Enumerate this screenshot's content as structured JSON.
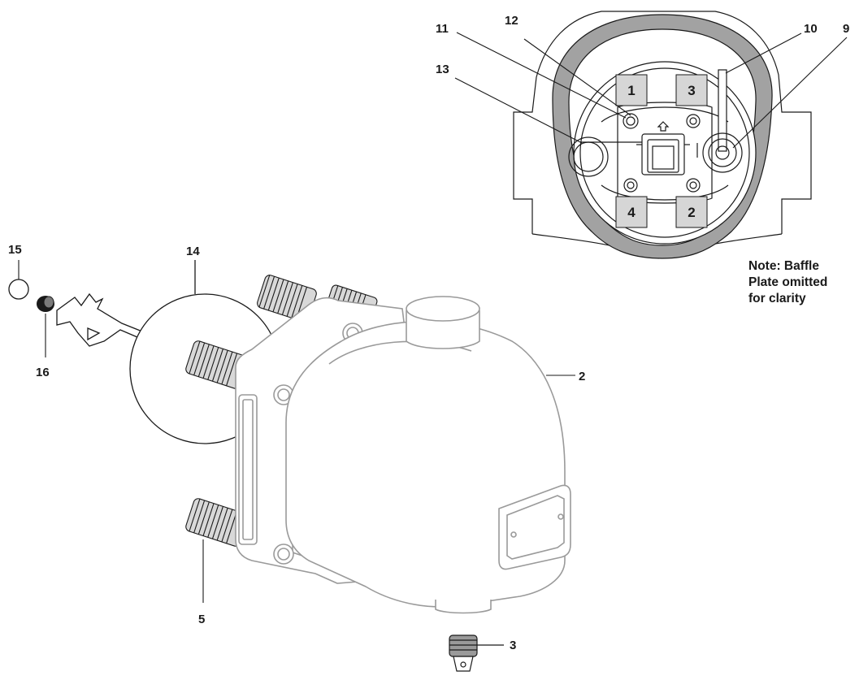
{
  "callouts": {
    "c15": "15",
    "c16": "16",
    "c14": "14",
    "c2": "2",
    "c5": "5",
    "c3": "3",
    "c11": "11",
    "c12": "12",
    "c13": "13",
    "c10": "10",
    "c9": "9"
  },
  "terminals": {
    "t1": "1",
    "t3": "3",
    "t4": "4",
    "t2": "2"
  },
  "note": {
    "line1": "Note: Baffle",
    "line2": "Plate omitted",
    "line3": "for clarity"
  },
  "colors": {
    "line": "#1a1a1a",
    "housing": "#9a9a9a",
    "gasket": "#9e9e9e",
    "terminal_box": "#d6d6d6"
  }
}
